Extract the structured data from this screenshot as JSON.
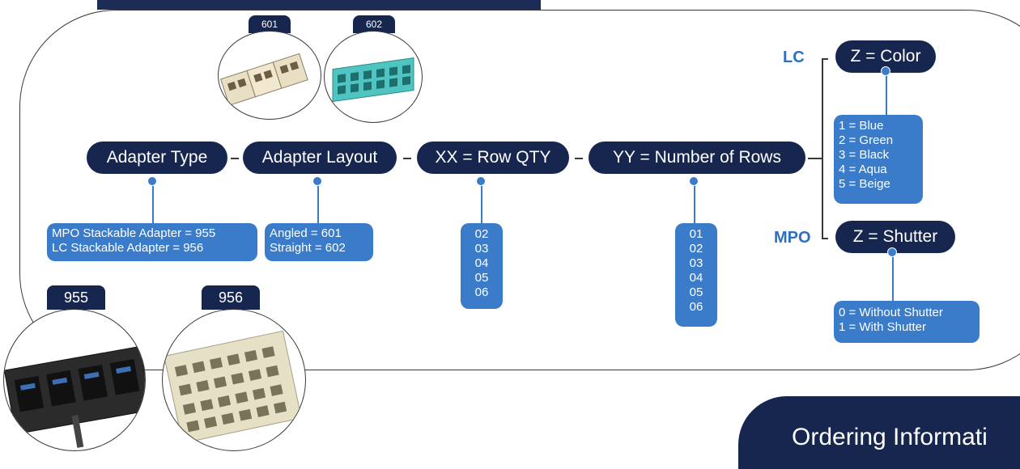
{
  "diagram": {
    "pills": {
      "adapter_type": "Adapter Type",
      "adapter_layout": "Adapter Layout",
      "row_qty": "XX = Row QTY",
      "num_rows": "YY = Number of Rows",
      "color": "Z = Color",
      "shutter": "Z = Shutter"
    },
    "side_labels": {
      "lc": "LC",
      "mpo": "MPO"
    },
    "adapter_type_options": [
      "MPO Stackable Adapter = 955",
      "LC Stackable Adapter = 956"
    ],
    "adapter_layout_options": [
      "Angled = 601",
      "Straight = 602"
    ],
    "row_qty_options": [
      "02",
      "03",
      "04",
      "05",
      "06"
    ],
    "num_rows_options": [
      "01",
      "02",
      "03",
      "04",
      "05",
      "06"
    ],
    "color_options": [
      "1 = Blue",
      "2 = Green",
      "3 = Black",
      "4 = Aqua",
      "5 = Beige"
    ],
    "shutter_options": [
      "0 = Without Shutter",
      "1 = With Shutter"
    ],
    "image_tags": {
      "angled": "601",
      "straight": "602",
      "mpo": "955",
      "lc": "956"
    },
    "footer_title": "Ordering Informati"
  },
  "colors": {
    "navy": "#17264f",
    "blue": "#3a7cc9",
    "label_blue": "#2f6fc0"
  }
}
